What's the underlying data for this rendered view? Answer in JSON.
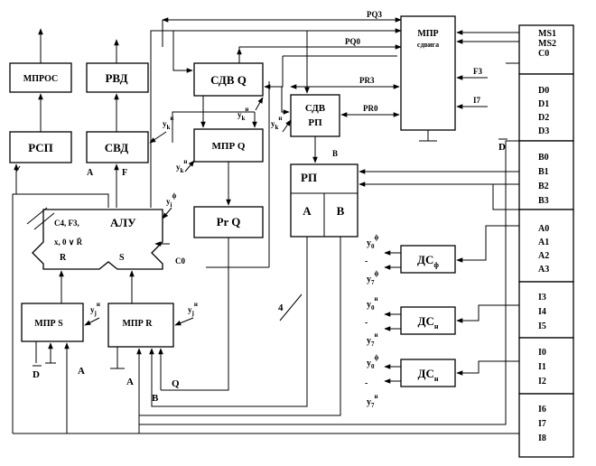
{
  "blocks": {
    "mpros": "МПРОС",
    "rvd": "РВД",
    "rsp": "РСП",
    "svd": "СВД",
    "sdv_q": "СДВ Q",
    "mpr_q": "МПР Q",
    "pr_q": "Pr Q",
    "sdv_rp_1": "СДВ",
    "sdv_rp_2": "РП",
    "rp": "РП",
    "rp_a": "A",
    "rp_b": "B",
    "alu": "АЛУ",
    "alu_in1": "C4, F3,",
    "alu_in2": "&#x2002;",
    "alu_r": "R",
    "alu_s": "S",
    "mpr_s": "МПР S",
    "mpr_r": "МПР R",
    "mpr_shift_1": "МПР",
    "mpr_shift_2": "сдвига",
    "ds_f": "ДС",
    "ds_f_sub": "ф",
    "ds_n1": "ДС",
    "ds_n1_sub": "н",
    "ds_n2": "ДС",
    "ds_n2_sub": "н"
  },
  "alu_cond": "x, 0 ∨ R̄",
  "signals": {
    "pq3": "PQ3",
    "pq0": "PQ0",
    "pr3": "PR3",
    "pr0": "PR0",
    "f3": "F3",
    "i7": "I7",
    "c0_alu": "C0",
    "a_svd": "A",
    "f_svd": "F",
    "b_rp": "B",
    "bus_width": "4",
    "a_mprs": "A",
    "a_mprr": "A",
    "b_bot": "B",
    "q_bot": "Q",
    "d_bar_left": "D",
    "d_bar_right": "D",
    "yk_svd": "y",
    "yk_sdvq": "y",
    "yk_mprq": "y",
    "yk_sdvrp": "y",
    "yi_alu": "y",
    "yj_mprs": "y",
    "yj_mprr": "y",
    "y0_f": "y",
    "y7_f": "y",
    "y0_n1": "y",
    "y7_n1": "y",
    "y0_n2": "y",
    "y7_n2": "y",
    "sub_k": "k",
    "sub_i": "i",
    "sub_j": "j",
    "sub_0": "0",
    "sub_7": "7",
    "sup_n": "н",
    "sup_f": "ф",
    "dash": "-"
  },
  "right_bus": {
    "top": [
      "MS1",
      "MS2",
      "C0"
    ],
    "d": [
      "D0",
      "D1",
      "D2",
      "D3"
    ],
    "b": [
      "B0",
      "B1",
      "B2",
      "B3"
    ],
    "a": [
      "A0",
      "A1",
      "A2",
      "A3"
    ],
    "i1": [
      "I3",
      "I4",
      "I5"
    ],
    "i2": [
      "I0",
      "I1",
      "I2"
    ],
    "i3": [
      "I6",
      "I7",
      "I8"
    ]
  }
}
